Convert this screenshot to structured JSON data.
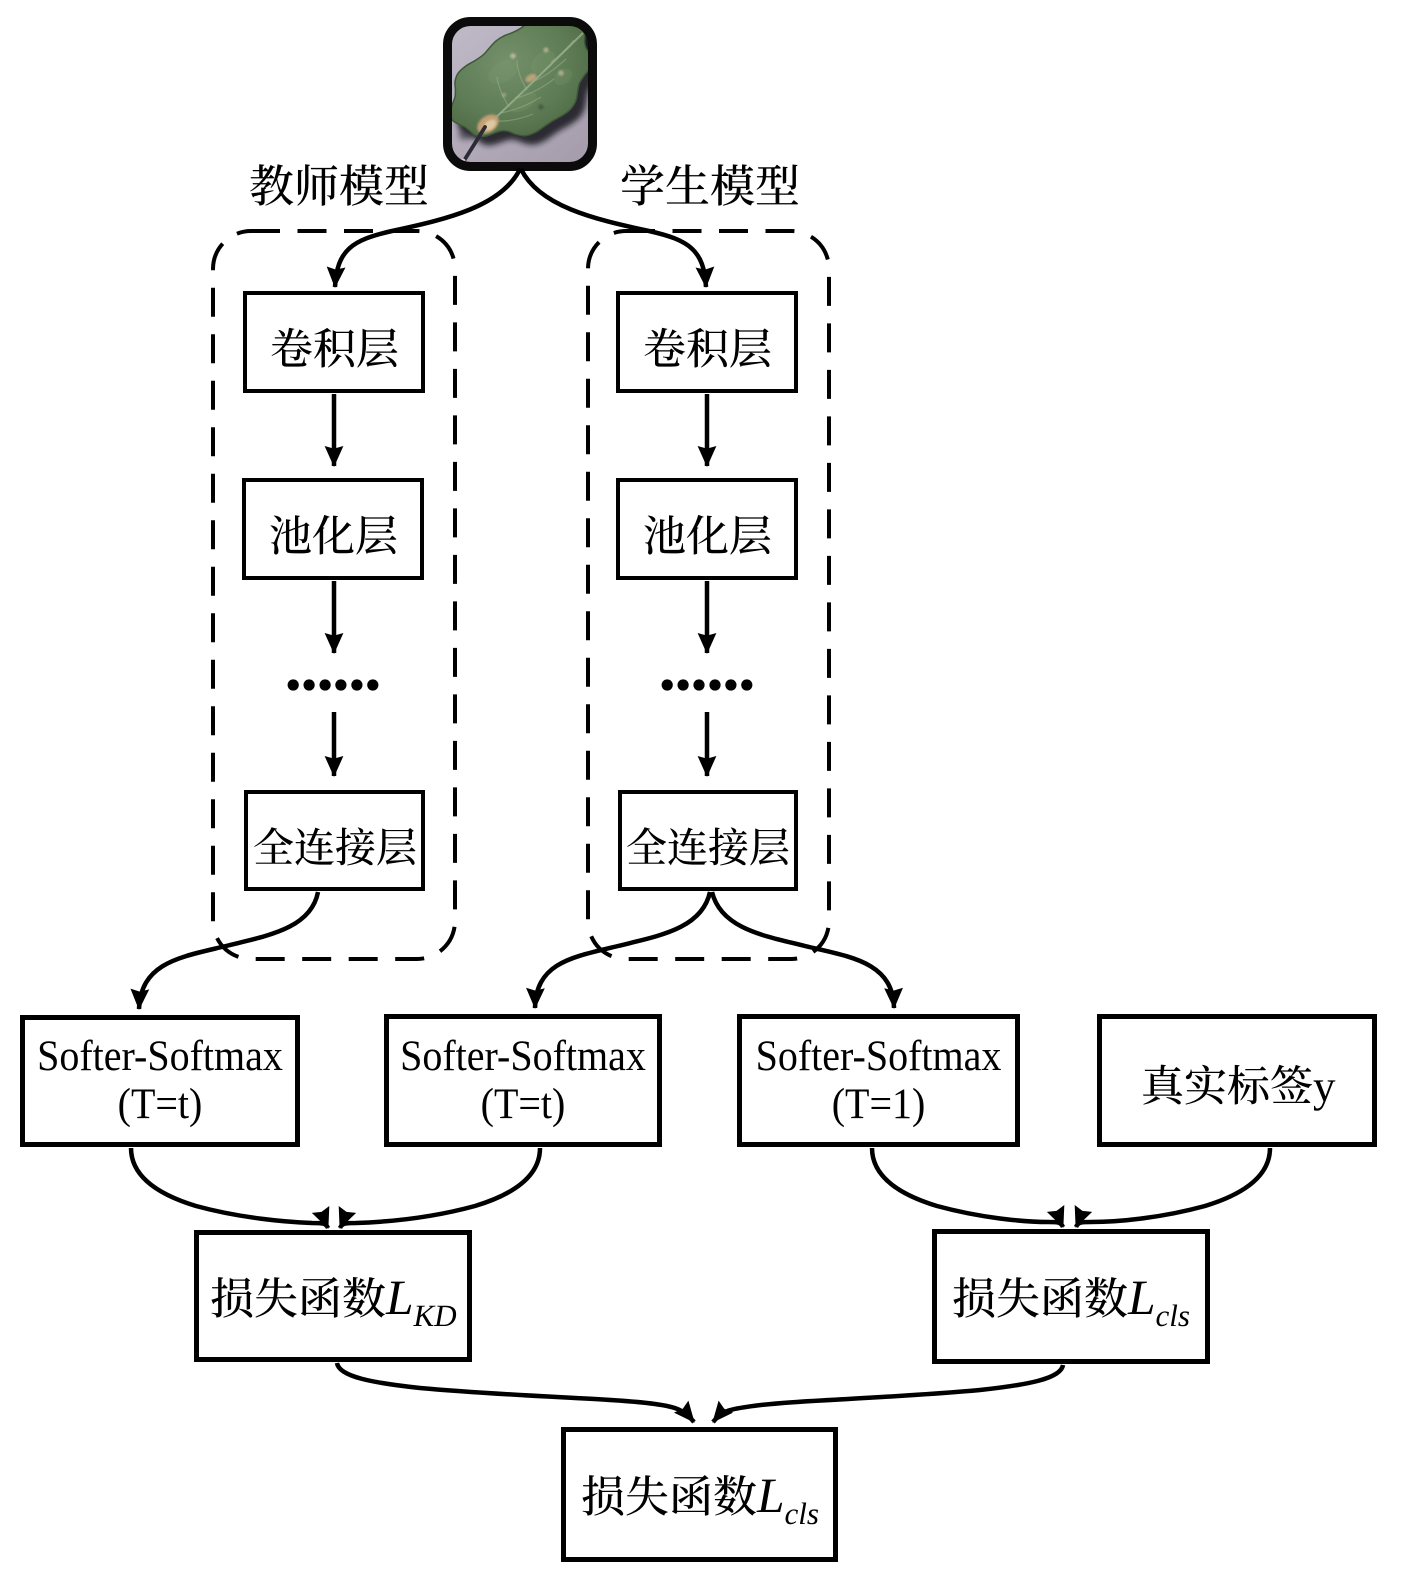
{
  "figure": {
    "background": "#ffffff",
    "ink": "#000000",
    "input_image": {
      "icon": "leaf-photo-icon",
      "description": "叶片图像"
    },
    "teacher": {
      "title": "教师模型",
      "layers": [
        {
          "label": "卷积层"
        },
        {
          "label": "池化层"
        },
        {
          "label": "……"
        },
        {
          "label": "全连接层"
        }
      ]
    },
    "student": {
      "title": "学生模型",
      "layers": [
        {
          "label": "卷积层"
        },
        {
          "label": "池化层"
        },
        {
          "label": "……"
        },
        {
          "label": "全连接层"
        }
      ]
    },
    "outputs": {
      "teacher_softmax": {
        "line1": "Softer-Softmax",
        "line2": "(T=t)"
      },
      "student_softmax_soft": {
        "line1": "Softer-Softmax",
        "line2": "(T=t)"
      },
      "student_softmax_hard": {
        "line1": "Softer-Softmax",
        "line2": "(T=1)"
      },
      "true_label": {
        "cjk": "真实标签",
        "var": "y"
      }
    },
    "losses": {
      "kd": {
        "cjk": "损失函数",
        "var": "L",
        "sub": "KD"
      },
      "cls": {
        "cjk": "损失函数",
        "var": "L",
        "sub": "cls"
      },
      "total": {
        "cjk": "损失函数",
        "var": "L",
        "sub": "cls"
      }
    }
  }
}
